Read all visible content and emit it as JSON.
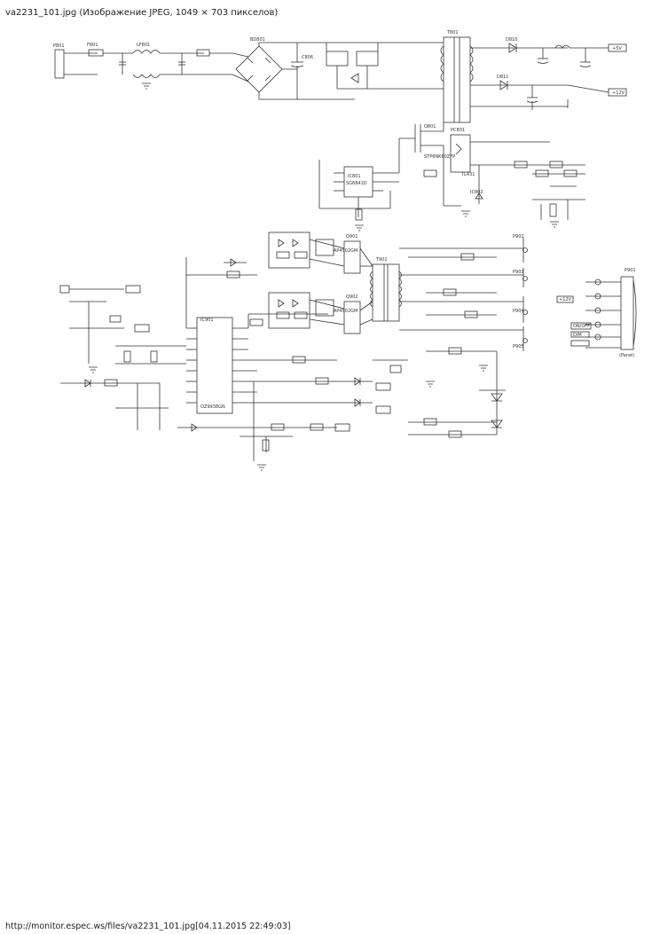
{
  "header": {
    "title": "va2231_101.jpg (Изображение JPEG, 1049 × 703 пикселов)"
  },
  "footer": {
    "url": "http://monitor.espec.ws/files/va2231_101.jpg[04.11.2015 22:49:03]"
  },
  "schematic": {
    "labels": {
      "ps_ac_in": "P801",
      "fuse": "F801",
      "line_filter": "LF801",
      "bridge": "BD801",
      "bulk_cap": "C806",
      "pwm_ic": "IC801",
      "pwm_part": "SG6841D",
      "mosfet": "Q801",
      "mosfet_part": "STP6NK60ZFP",
      "transformer": "T801",
      "out_diode_1": "D810",
      "out_diode_2": "D811",
      "out_5v": "+5V",
      "out_12v": "+12V",
      "optocoupler": "PC801",
      "shunt_ref": "IC802",
      "shunt_ref_part": "TL431",
      "inv_ic": "IC901",
      "inv_part": "OZ9938GN",
      "inv_q1": "Q901",
      "inv_q2": "Q902",
      "inv_mosfet_a": "AP4502GM",
      "inv_mosfet_b": "AP4502GM",
      "inv_transformer": "T901",
      "lamp_conn_1": "P902",
      "lamp_conn_2": "P903",
      "lamp_conn_3": "P904",
      "lamp_conn_4": "P905",
      "panel_conn": "P901",
      "on_off": "ON/OFF",
      "dimming": "DIM",
      "inv_supply": "+12V",
      "panel_tag": "(Panel)"
    }
  }
}
